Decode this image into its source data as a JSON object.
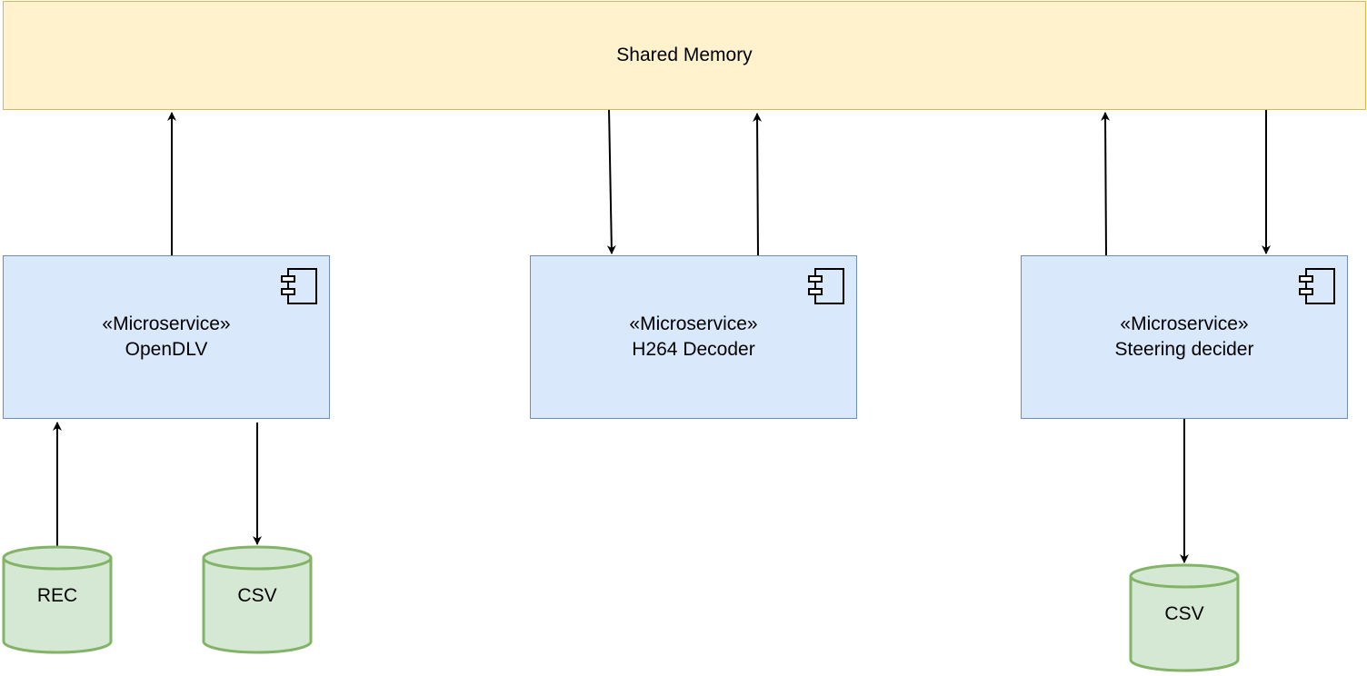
{
  "colors": {
    "shared_memory_fill": "#fff2cc",
    "shared_memory_stroke": "#d6b656",
    "service_fill": "#dae8fc",
    "service_stroke": "#6c8ebf",
    "storage_fill": "#d5e8d4",
    "storage_stroke": "#82b366",
    "arrow": "#000000"
  },
  "shared_memory": {
    "label": "Shared Memory"
  },
  "services": [
    {
      "stereotype": "«Microservice»",
      "name": "OpenDLV",
      "icon": "component-icon"
    },
    {
      "stereotype": "«Microservice»",
      "name": "H264 Decoder",
      "icon": "component-icon"
    },
    {
      "stereotype": "«Microservice»",
      "name": "Steering decider",
      "icon": "component-icon"
    }
  ],
  "storages": [
    {
      "label": "REC"
    },
    {
      "label": "CSV"
    },
    {
      "label": "CSV"
    }
  ]
}
